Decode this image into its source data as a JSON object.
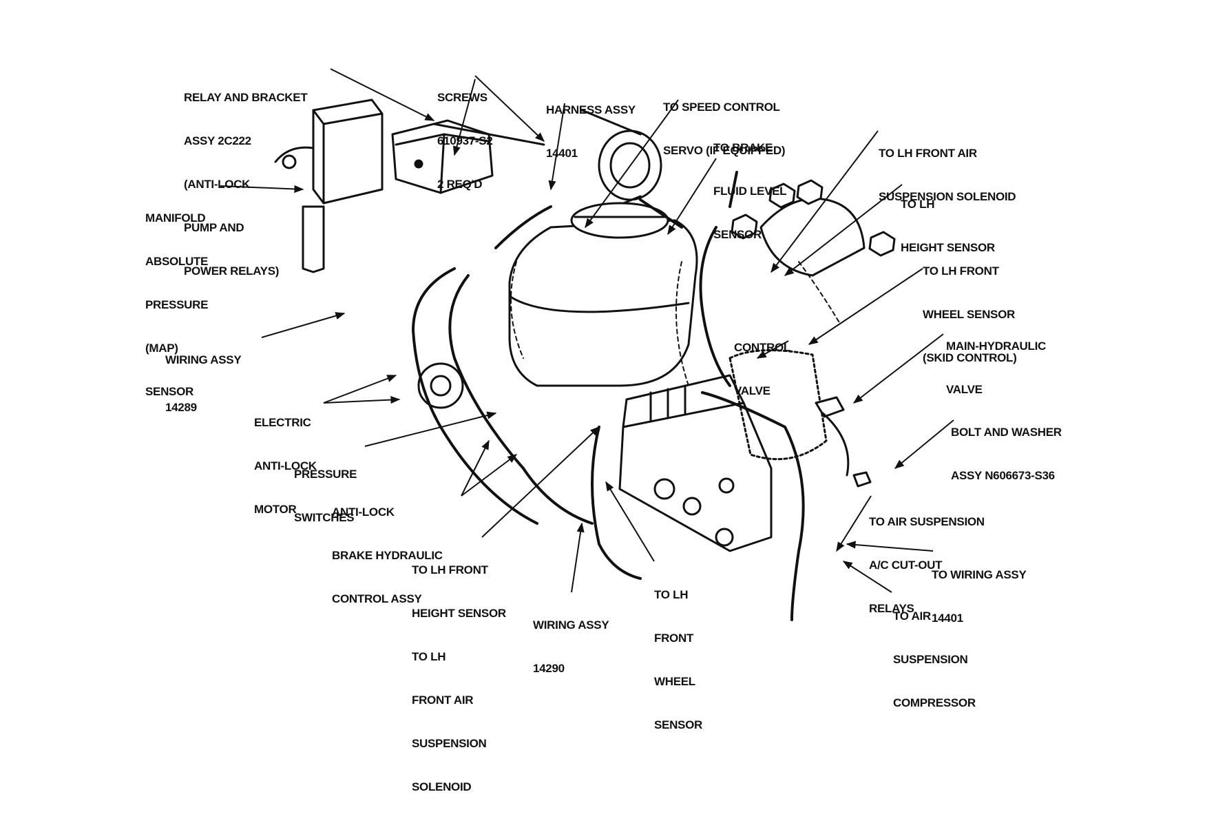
{
  "colors": {
    "ink": "#111111",
    "paper": "#ffffff",
    "shade": "#2a2a2a"
  },
  "labels": {
    "relay_bracket": [
      "RELAY AND BRACKET",
      "ASSY 2C222",
      "(ANTI-LOCK",
      "PUMP AND",
      "POWER RELAYS)"
    ],
    "screws": [
      "SCREWS",
      "610937-S2",
      "2 REQ'D"
    ],
    "harness_assy": [
      "HARNESS ASSY",
      "14401"
    ],
    "speed_control": [
      "TO SPEED CONTROL",
      "SERVO (IF EQUIPPED)"
    ],
    "brake_fluid": [
      "TO BRAKE",
      "FLUID LEVEL",
      "SENSOR"
    ],
    "lh_front_air_solenoid": [
      "TO LH FRONT AIR",
      "SUSPENSION SOLENOID"
    ],
    "lh_height_sensor": [
      "TO LH",
      "HEIGHT SENSOR"
    ],
    "map_sensor": [
      "MANIFOLD",
      "ABSOLUTE",
      "PRESSURE",
      "(MAP)",
      "SENSOR"
    ],
    "lh_front_wheel_skid": [
      "TO LH FRONT",
      "WHEEL SENSOR",
      "(SKID CONTROL)"
    ],
    "wiring_14289": [
      "WIRING ASSY",
      "14289"
    ],
    "control_valve": [
      "CONTROL",
      "VALVE"
    ],
    "main_hydraulic": [
      "MAIN-HYDRAULIC",
      "VALVE"
    ],
    "electric_motor": [
      "ELECTRIC",
      "ANTI-LOCK",
      "MOTOR"
    ],
    "bolt_washer": [
      "BOLT AND WASHER",
      "ASSY N606673-S36"
    ],
    "pressure_switches": [
      "PRESSURE",
      "SWITCHES"
    ],
    "hydraulic_control": [
      "ANTI-LOCK",
      "BRAKE HYDRAULIC",
      "CONTROL ASSY"
    ],
    "air_susp_relays": [
      "TO AIR SUSPENSION",
      "A/C CUT-OUT",
      "RELAYS"
    ],
    "lh_height_solenoid": [
      "TO LH FRONT",
      "HEIGHT SENSOR",
      "TO LH",
      "FRONT AIR",
      "SUSPENSION",
      "SOLENOID"
    ],
    "wiring_14290": [
      "WIRING ASSY",
      "14290"
    ],
    "lh_front_wheel": [
      "TO LH",
      "FRONT",
      "WHEEL",
      "SENSOR"
    ],
    "wiring_14401": [
      "TO WIRING ASSY",
      "14401"
    ],
    "air_compressor": [
      "TO AIR",
      "SUSPENSION",
      "COMPRESSOR"
    ]
  }
}
